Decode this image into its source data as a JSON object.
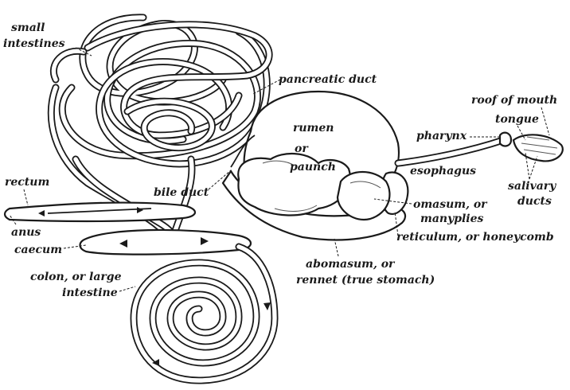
{
  "labels": {
    "small_intestines": [
      "small",
      "intestines"
    ],
    "pancreatic_duct": "pancreatic duct",
    "roof_of_mouth": "roof of mouth",
    "tongue": "tongue",
    "pharynx": "pharynx",
    "rumen": [
      "rumen",
      "or",
      "paunch"
    ],
    "esophagus": "esophagus",
    "salivary_ducts": [
      "salivary",
      "ducts"
    ],
    "rectum": "rectum",
    "bile_duct": "bile duct",
    "omasum": [
      "omasum, or",
      "manyplies"
    ],
    "anus": "anus",
    "caecum": "caecum",
    "reticulum": "reticulum, or honeycomb",
    "abomasum": [
      "abomasum, or",
      "rennet (true stomach)"
    ],
    "colon": [
      "colon, or large",
      "intestine"
    ]
  }
}
